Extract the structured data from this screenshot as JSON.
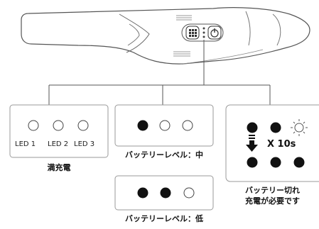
{
  "device": {
    "name": "handheld-scanner",
    "button_icons": [
      "grid-icon",
      "power-icon"
    ],
    "indicator_led_count": 3
  },
  "panels": [
    {
      "id": "full-charge",
      "leds": [
        "off",
        "off",
        "off"
      ],
      "led_labels": [
        "LED 1",
        "LED 2",
        "LED 3"
      ],
      "caption": "満充電"
    },
    {
      "id": "battery-medium",
      "leds": [
        "on",
        "off",
        "off"
      ],
      "caption": "バッテリーレベル：中"
    },
    {
      "id": "battery-low",
      "leds": [
        "on",
        "on",
        "off"
      ],
      "caption": "バッテリーレベル：低"
    },
    {
      "id": "battery-depleted",
      "leds_before": [
        "on",
        "on",
        "blink"
      ],
      "leds_after": [
        "on",
        "on",
        "on"
      ],
      "repeat_label": "X 10s",
      "caption_line1": "バッテリー切れ",
      "caption_line2": "充電が必要です"
    }
  ],
  "colors": {
    "outline": "#555555",
    "led_on": "#111111",
    "panel_border": "#9a9a9a"
  }
}
